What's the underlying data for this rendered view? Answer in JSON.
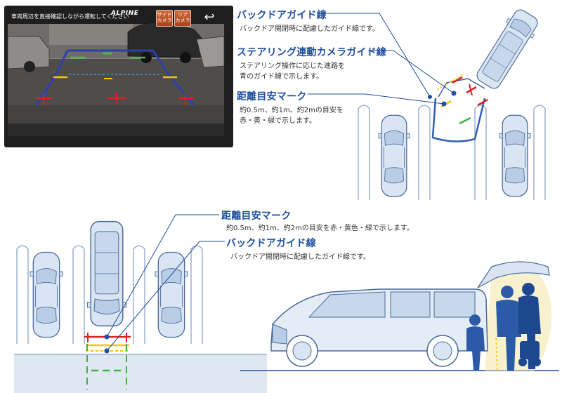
{
  "camera_screen": {
    "warning_text": "車両周辺を直接確認しながら運転してください",
    "brand": "ALPINE",
    "buttons": [
      {
        "label": "サイド\nカメラ"
      },
      {
        "label": "リア\nカメラ"
      }
    ],
    "back_icon": "return-arrow-icon"
  },
  "top_annotations": [
    {
      "title": "バックドアガイド線",
      "desc": [
        "バックドア開閉時に配慮したガイド線です。"
      ]
    },
    {
      "title": "ステアリング連動カメラガイド線",
      "desc": [
        "ステアリング操作に応じた進路を",
        "青のガイド線で示します。"
      ]
    },
    {
      "title": "距離目安マーク",
      "desc": [
        "約0.5m、約1m、約2mの目安を",
        "赤・黄・緑で示します。"
      ]
    }
  ],
  "bottom_annotations": [
    {
      "title": "距離目安マーク",
      "desc": [
        "約0.5m、約1m、約2mの目安を赤・黄色・緑で示します。"
      ]
    },
    {
      "title": "バックドアガイド線",
      "desc": [
        "バックドア開閉時に配慮したガイド線です。"
      ]
    }
  ],
  "colors": {
    "title_blue": "#1f4fa0",
    "line_blue": "#2f5fb0",
    "guide_red": "#e02020",
    "guide_yellow": "#f0c800",
    "guide_green": "#40b040",
    "car_fill": "#d9e5f3",
    "car_stroke": "#4a6a9a"
  }
}
